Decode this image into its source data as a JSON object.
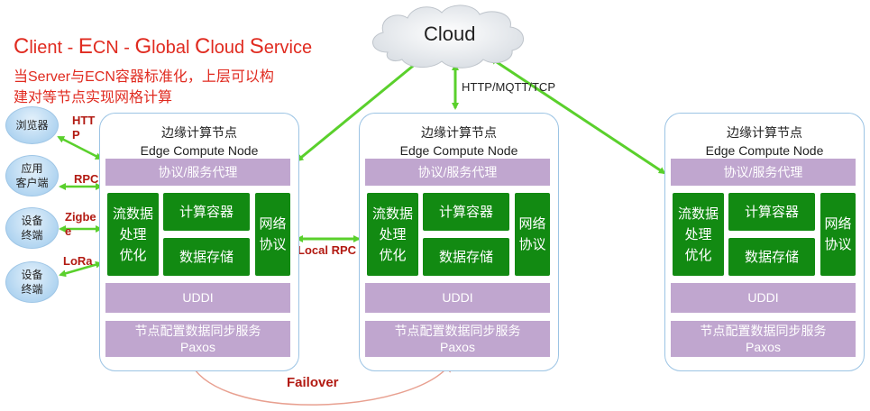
{
  "title": {
    "parts": [
      {
        "cap": "C",
        "rest": "lient - "
      },
      {
        "cap": "E",
        "rest": "CN - "
      },
      {
        "cap": "G",
        "rest": "lobal "
      },
      {
        "cap": "C",
        "rest": "loud "
      },
      {
        "cap": "S",
        "rest": "ervice"
      }
    ]
  },
  "subtitle": "当Server与ECN容器标准化，上层可以构建对等节点实现网格计算",
  "cloud": {
    "label": "Cloud",
    "protocol": "HTTP/MQTT/TCP"
  },
  "clients": [
    {
      "label": "浏览器"
    },
    {
      "label": "应用\n客户端"
    },
    {
      "label": "设备\n终端"
    },
    {
      "label": "设备\n终端"
    }
  ],
  "client_protocols": [
    "HTT\nP",
    "RPC",
    "Zigbe\ne",
    "LoRa"
  ],
  "local_rpc": "Local RPC",
  "failover": "Failover",
  "nodes": [
    {
      "title_cn": "边缘计算节点",
      "title_en": "Edge Compute Node",
      "proxy": "协议/服务代理",
      "stream": "流数据\n处理\n优化",
      "compute": "计算容器",
      "storage": "数据存储",
      "network": "网络\n协议",
      "uddi": "UDDI",
      "sync": "节点配置数据同步服务",
      "paxos": "Paxos"
    },
    {
      "title_cn": "边缘计算节点",
      "title_en": "Edge Compute Node",
      "proxy": "协议/服务代理",
      "stream": "流数据\n处理\n优化",
      "compute": "计算容器",
      "storage": "数据存储",
      "network": "网络\n协议",
      "uddi": "UDDI",
      "sync": "节点配置数据同步服务",
      "paxos": "Paxos"
    },
    {
      "title_cn": "边缘计算节点",
      "title_en": "Edge Compute Node",
      "proxy": "协议/服务代理",
      "stream": "流数据\n处理\n优化",
      "compute": "计算容器",
      "storage": "数据存储",
      "network": "网络\n协议",
      "uddi": "UDDI",
      "sync": "节点配置数据同步服务",
      "paxos": "Paxos"
    }
  ],
  "colors": {
    "arrow": "#5ad02c",
    "node_border": "#9cc4e4",
    "band": "#c0a6cf",
    "green_box": "#128a12",
    "red_text": "#e02b20",
    "failover": "#e8a090"
  }
}
